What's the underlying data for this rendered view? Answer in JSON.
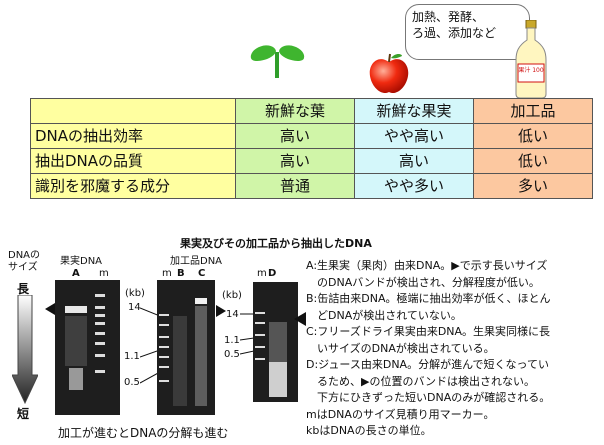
{
  "illustration": {
    "bubble_lines": [
      "加熱、発酵、",
      "ろ過、添加など"
    ],
    "bottle_label": "果汁 100"
  },
  "table": {
    "columns": [
      "新鮮な葉",
      "新鮮な果実",
      "加工品"
    ],
    "rows": [
      {
        "label": "DNAの抽出効率",
        "values": [
          "高い",
          "やや高い",
          "低い"
        ]
      },
      {
        "label": "抽出DNAの品質",
        "values": [
          "高い",
          "高い",
          "低い"
        ]
      },
      {
        "label": "識別を邪魔する成分",
        "values": [
          "普通",
          "やや多い",
          "多い"
        ]
      }
    ]
  },
  "gel_figure": {
    "title": "果実及びその加工品から抽出したDNA",
    "size_axis_label": [
      "DNAの",
      "サイズ"
    ],
    "long_label": "長",
    "short_label": "短",
    "group_fruit": "果実DNA",
    "group_processed": "加工品DNA",
    "lane_labels": {
      "A": "A",
      "B": "B",
      "C": "C",
      "D": "D",
      "m": "m"
    },
    "kb_label": "(kb)",
    "markers": [
      "14",
      "1.1",
      "0.5"
    ],
    "bottom_caption": "加工が進むとDNAの分解も進む"
  },
  "legend": [
    "A:生果実（果肉）由来DNA。▶で示す長いサイズ",
    "　のDNAバンドが検出され、分解程度が低い。",
    "B:缶詰由来DNA。極端に抽出効率が低く、ほとん",
    "　どDNAが検出されていない。",
    "C:フリーズドライ果実由来DNA。生果実同様に長",
    "　いサイズのDNAが検出されている。",
    "D:ジュース由来DNA。分解が進んで短くなってい",
    "　るため、▶の位置のバンドは検出されない。",
    "　下方にひきずった短いDNAのみが確認される。",
    "mはDNAのサイズ見積り用マーカー。",
    "kbはDNAの長さの単位。"
  ]
}
